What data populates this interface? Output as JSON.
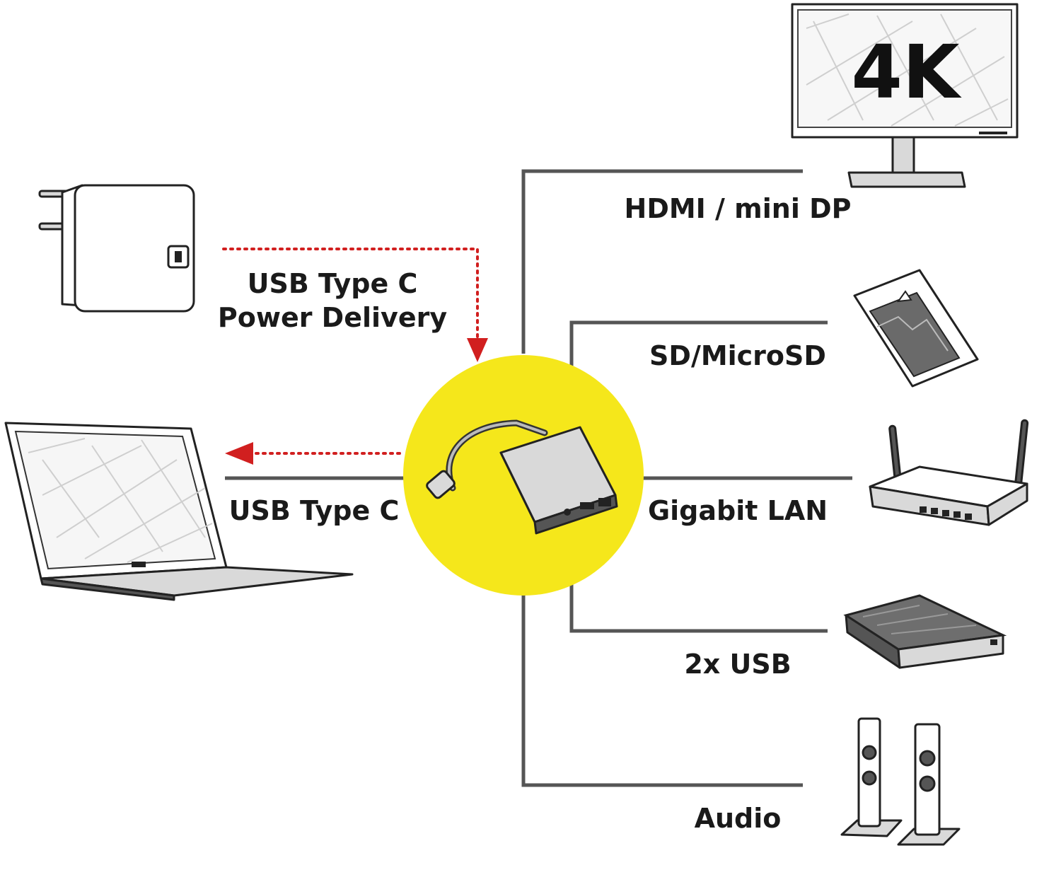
{
  "colors": {
    "hub_circle": "#f5e71b",
    "arrow_red": "#d11f1f",
    "line_grey": "#555555"
  },
  "icons": {
    "charger": "power-adapter-icon",
    "laptop": "laptop-icon",
    "hub": "usb-c-hub-icon",
    "monitor": "monitor-icon",
    "sd_card": "sd-card-icon",
    "router": "router-icon",
    "drive": "external-drive-icon",
    "speakers": "speakers-icon"
  },
  "monitor": {
    "resolution_label": "4K"
  },
  "inputs": {
    "power_label_line1": "USB Type C",
    "power_label_line2": "Power Delivery",
    "laptop_label": "USB Type C"
  },
  "outputs": {
    "hdmi": "HDMI / mini DP",
    "sd": "SD/MicroSD",
    "lan": "Gigabit LAN",
    "usb": "2x USB",
    "audio": "Audio"
  }
}
